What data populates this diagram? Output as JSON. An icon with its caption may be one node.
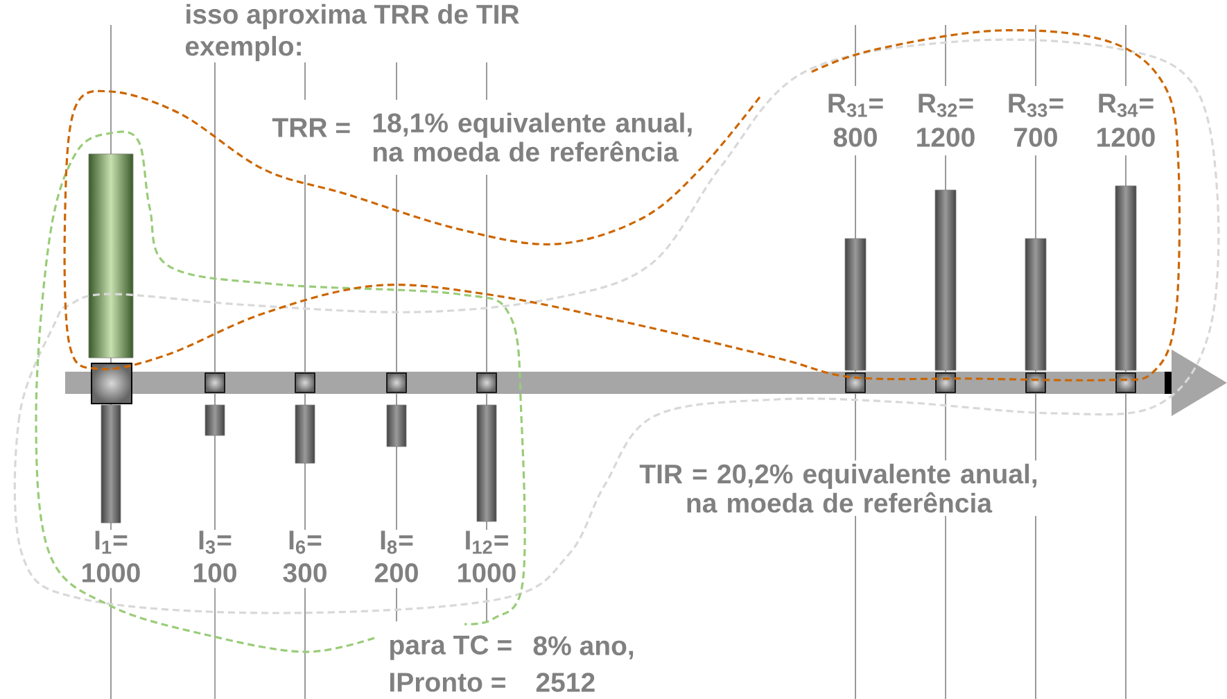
{
  "diagram": {
    "labels": [
      "isso aproxima TRR de TIR",
      "exemplo:",
      "TRR =",
      "18,1% equivalente anual, na moeda de referência",
      "R$_{31}$=",
      "800",
      "R$_{32}$=",
      "1200",
      "R$_{33}$=",
      "700",
      "R$_{34}$=",
      "1200",
      "TIR = 20,2% equivalente anual, na moeda de referência",
      "I$_{1}$=",
      "1000",
      "I$_{3}$=",
      "100",
      "I$_{6}$=",
      "300",
      "I$_{8}$=",
      "200",
      "I$_{12}$=",
      "1000",
      "para TC =",
      "8% ano,",
      "IPronto =",
      "2512"
    ]
  }
}
